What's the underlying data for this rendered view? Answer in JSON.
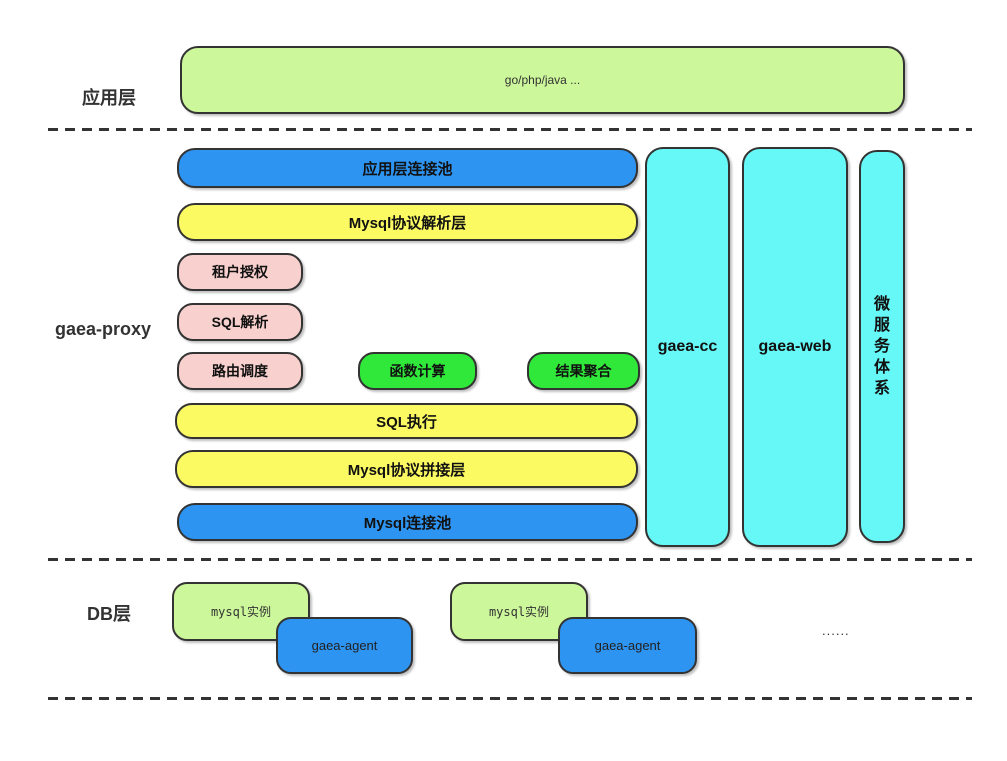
{
  "colors": {
    "border": "#333333",
    "light_green": "#cdf79b",
    "blue": "#2e94f2",
    "yellow": "#fcfa62",
    "pink": "#f8d0cd",
    "bright_green": "#2fe83a",
    "cyan": "#66f7f7",
    "background": "#ffffff"
  },
  "app_layer": {
    "label": "应用层",
    "runtime_box": "go/php/java ..."
  },
  "proxy_layer": {
    "label": "gaea-proxy",
    "app_conn_pool": "应用层连接池",
    "mysql_protocol_parse": "Mysql协议解析层",
    "tenant_auth": "租户授权",
    "sql_parse": "SQL解析",
    "route_dispatch": "路由调度",
    "func_compute": "函数计算",
    "result_aggregate": "结果聚合",
    "sql_exec": "SQL执行",
    "mysql_protocol_assemble": "Mysql协议拼接层",
    "mysql_conn_pool": "Mysql连接池"
  },
  "side_services": {
    "gaea_cc": "gaea-cc",
    "gaea_web": "gaea-web",
    "microservice_system": "微服务体系"
  },
  "db_layer": {
    "label": "DB层",
    "mysql_instance_1": "mysql实例",
    "gaea_agent_1": "gaea-agent",
    "mysql_instance_2": "mysql实例",
    "gaea_agent_2": "gaea-agent",
    "more_ellipsis": "......"
  }
}
